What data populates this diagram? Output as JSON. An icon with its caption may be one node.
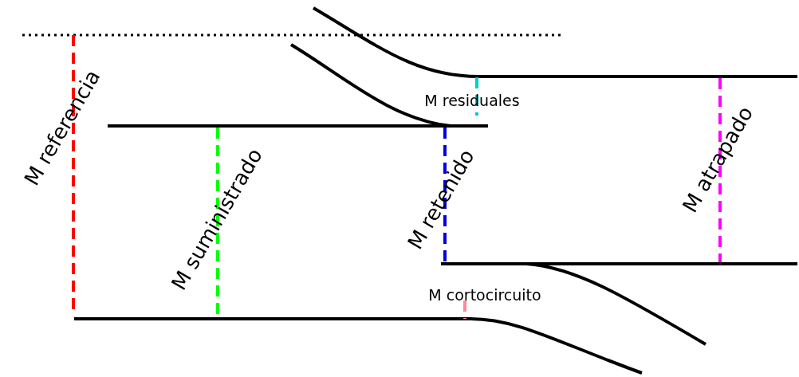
{
  "diagram": {
    "labels": [
      "M referencia",
      "M residuales",
      "M suministrado",
      "M retenido",
      "M atrapado",
      "M cortocircuito"
    ]
  }
}
